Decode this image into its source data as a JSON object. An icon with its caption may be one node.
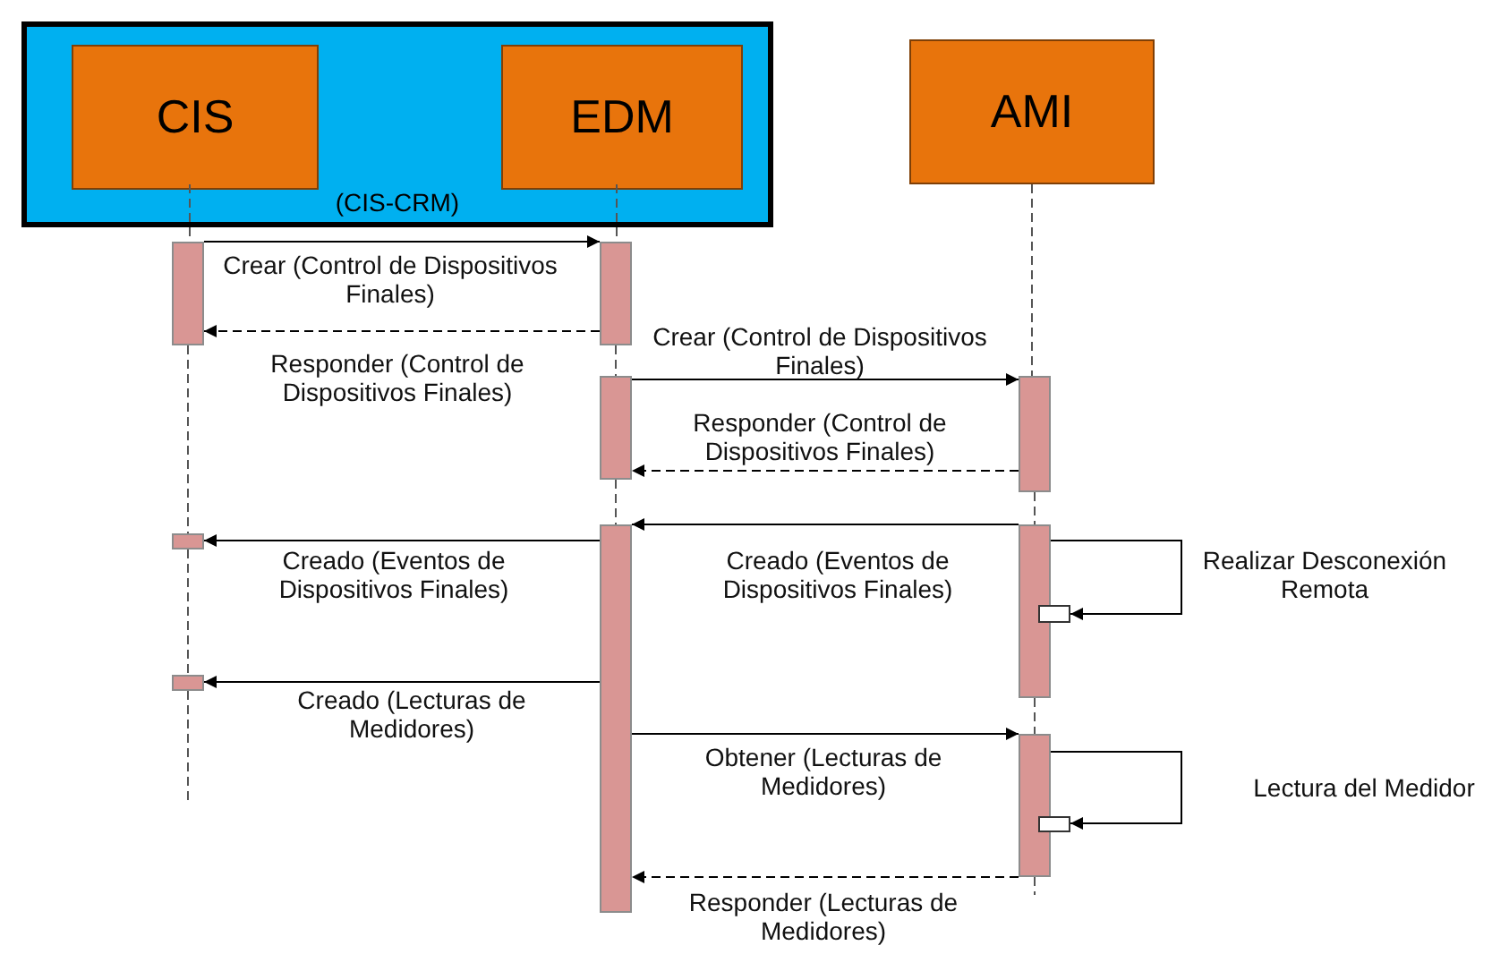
{
  "diagram": {
    "nodes": [
      {
        "text": [
          "(CIS-CRM)"
        ]
      },
      {
        "text": [
          "CIS"
        ],
        "in": 0
      },
      {
        "text": [
          "EDM"
        ],
        "in": 0
      },
      {
        "text": [
          "AMI"
        ]
      },
      {
        "text": [],
        "shape": "bar"
      },
      {
        "text": [],
        "shape": "bar"
      },
      {
        "text": [],
        "shape": "bar"
      },
      {
        "text": [],
        "shape": "bar"
      },
      {
        "text": [],
        "shape": "bar"
      },
      {
        "text": [],
        "shape": "bar"
      },
      {
        "text": [],
        "shape": "bar"
      },
      {
        "text": [],
        "shape": "box"
      },
      {
        "text": [],
        "shape": "bar"
      },
      {
        "text": [],
        "shape": "bar"
      },
      {
        "text": [],
        "shape": "box"
      }
    ],
    "edges": [
      {
        "from": 4,
        "to": 5,
        "arrow": "to",
        "label": "Crear (Control de Dispositivos Finales)"
      },
      {
        "from": 5,
        "to": 4,
        "arrow": "to",
        "style": "dashed",
        "label": "Responder (Control de Dispositivos Finales)"
      },
      {
        "from": 6,
        "to": 7,
        "arrow": "to",
        "label": "Crear (Control de Dispositivos Finales)"
      },
      {
        "from": 7,
        "to": 6,
        "arrow": "to",
        "style": "dashed",
        "label": "Responder (Control de Dispositivos Finales)"
      },
      {
        "from": 9,
        "to": 8,
        "arrow": "to",
        "label": "Creado (Eventos de Dispositivos Finales)"
      },
      {
        "from": 8,
        "to": 10,
        "arrow": "to",
        "label": "Creado (Eventos de Dispositivos Finales)"
      },
      {
        "from": 9,
        "to": 11,
        "arrow": "to",
        "label": "Realizar Desconexión Remota"
      },
      {
        "from": 8,
        "to": 12,
        "arrow": "to",
        "label": "Creado (Lecturas de Medidores)"
      },
      {
        "from": 8,
        "to": 13,
        "arrow": "to",
        "label": "Obtener (Lecturas de Medidores)"
      },
      {
        "from": 13,
        "to": 14,
        "arrow": "to",
        "label": "Lectura del Medidor"
      },
      {
        "from": 13,
        "to": 8,
        "arrow": "to",
        "style": "dashed",
        "label": "Responder (Lecturas de Medidores)"
      },
      {
        "from": 1,
        "to": 4,
        "arrow": "none",
        "style": "dashed"
      },
      {
        "from": 4,
        "to": 10,
        "arrow": "none",
        "style": "dashed"
      },
      {
        "from": 10,
        "to": 12,
        "arrow": "none",
        "style": "dashed"
      },
      {
        "from": 12,
        "to": null,
        "arrow": "none",
        "style": "dashed"
      },
      {
        "from": 2,
        "to": 5,
        "arrow": "none",
        "style": "dashed"
      },
      {
        "from": 5,
        "to": 6,
        "arrow": "none",
        "style": "dashed"
      },
      {
        "from": 6,
        "to": 8,
        "arrow": "none",
        "style": "dashed"
      },
      {
        "from": 3,
        "to": 7,
        "arrow": "none",
        "style": "dashed"
      },
      {
        "from": 7,
        "to": 9,
        "arrow": "none",
        "style": "dashed"
      },
      {
        "from": 9,
        "to": 13,
        "arrow": "none",
        "style": "dashed"
      },
      {
        "from": 13,
        "to": null,
        "arrow": "none",
        "style": "dashed"
      }
    ]
  }
}
